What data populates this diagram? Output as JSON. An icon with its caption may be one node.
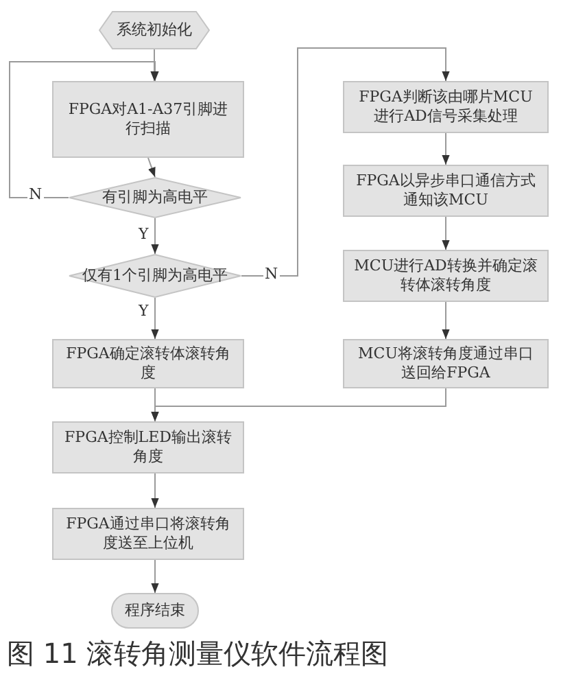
{
  "diagram": {
    "caption": "图 11 滚转角测量仪软件流程图",
    "nodes": [
      {
        "text": [
          "系统初始化"
        ]
      },
      {
        "text": [
          "FPGA对A1-A37引脚进行扫描"
        ]
      },
      {
        "text": [
          "有引脚为高电平"
        ]
      },
      {
        "text": [
          "仅有1个引脚为高电平"
        ]
      },
      {
        "text": [
          "FPGA确定滚转体滚转角度"
        ]
      },
      {
        "text": [
          "FPGA控制LED输出滚转角度"
        ]
      },
      {
        "text": [
          "FPGA通过串口将滚转角度送至上位机"
        ]
      },
      {
        "text": [
          "程序结束"
        ]
      },
      {
        "text": [
          "FPGA判断该由哪片MCU进行AD信号采集处理"
        ]
      },
      {
        "text": [
          "FPGA以异步串口通信方式通知该MCU"
        ]
      },
      {
        "text": [
          "MCU进行AD转换并确定滚转体滚转角度"
        ]
      },
      {
        "text": [
          "MCU将滚转角度通过串口送回给FPGA"
        ]
      }
    ],
    "edges": [
      {
        "from": 0,
        "to": 1,
        "arrow": "to"
      },
      {
        "from": 1,
        "to": 2,
        "arrow": "to"
      },
      {
        "from": 2,
        "to": 1,
        "arrow": "to",
        "label": "N"
      },
      {
        "from": 2,
        "to": 3,
        "arrow": "to",
        "label": "Y"
      },
      {
        "from": 3,
        "to": 4,
        "arrow": "to",
        "label": "Y"
      },
      {
        "from": 3,
        "to": 8,
        "arrow": "to",
        "label": "N"
      },
      {
        "from": 4,
        "to": 5,
        "arrow": "to"
      },
      {
        "from": 8,
        "to": 9,
        "arrow": "to"
      },
      {
        "from": 9,
        "to": 10,
        "arrow": "to"
      },
      {
        "from": 10,
        "to": 11,
        "arrow": "to"
      },
      {
        "from": 11,
        "to": 5,
        "arrow": "to"
      },
      {
        "from": 5,
        "to": 6,
        "arrow": "to"
      },
      {
        "from": 6,
        "to": 7,
        "arrow": "to"
      }
    ]
  }
}
